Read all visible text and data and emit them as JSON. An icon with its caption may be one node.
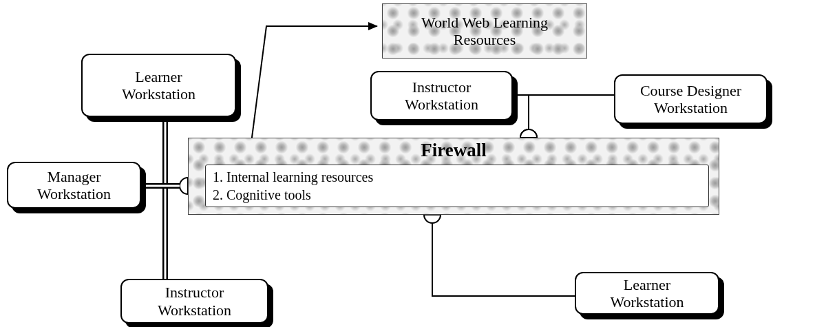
{
  "diagram": {
    "nodes": [
      {
        "text": [
          "World Web Learning Resources"
        ]
      },
      {
        "text": [
          "Instructor Workstation"
        ]
      },
      {
        "text": [
          "Course Designer Workstation"
        ]
      },
      {
        "text": [
          "Learner Workstation"
        ]
      },
      {
        "text": [
          "Firewall"
        ]
      },
      {
        "text": [
          "1. Internal learning resources",
          "2. Cognitive tools"
        ],
        "in": 4
      },
      {
        "text": [
          "Manager Workstation"
        ]
      },
      {
        "text": [
          "Instructor Workstation"
        ]
      },
      {
        "text": [
          "Learner Workstation"
        ]
      }
    ],
    "edges": [
      {
        "from": 5,
        "to": 0,
        "arrow": "to"
      },
      {
        "from": 3,
        "to": 7,
        "arrow": "none",
        "style": "thick"
      },
      {
        "from": 6,
        "to": 4,
        "arrow": "other",
        "style": "thick"
      },
      {
        "from": 1,
        "to": 4,
        "arrow": "other"
      },
      {
        "from": 2,
        "to": 4,
        "arrow": "other"
      },
      {
        "from": 8,
        "to": 4,
        "arrow": "other"
      }
    ]
  }
}
